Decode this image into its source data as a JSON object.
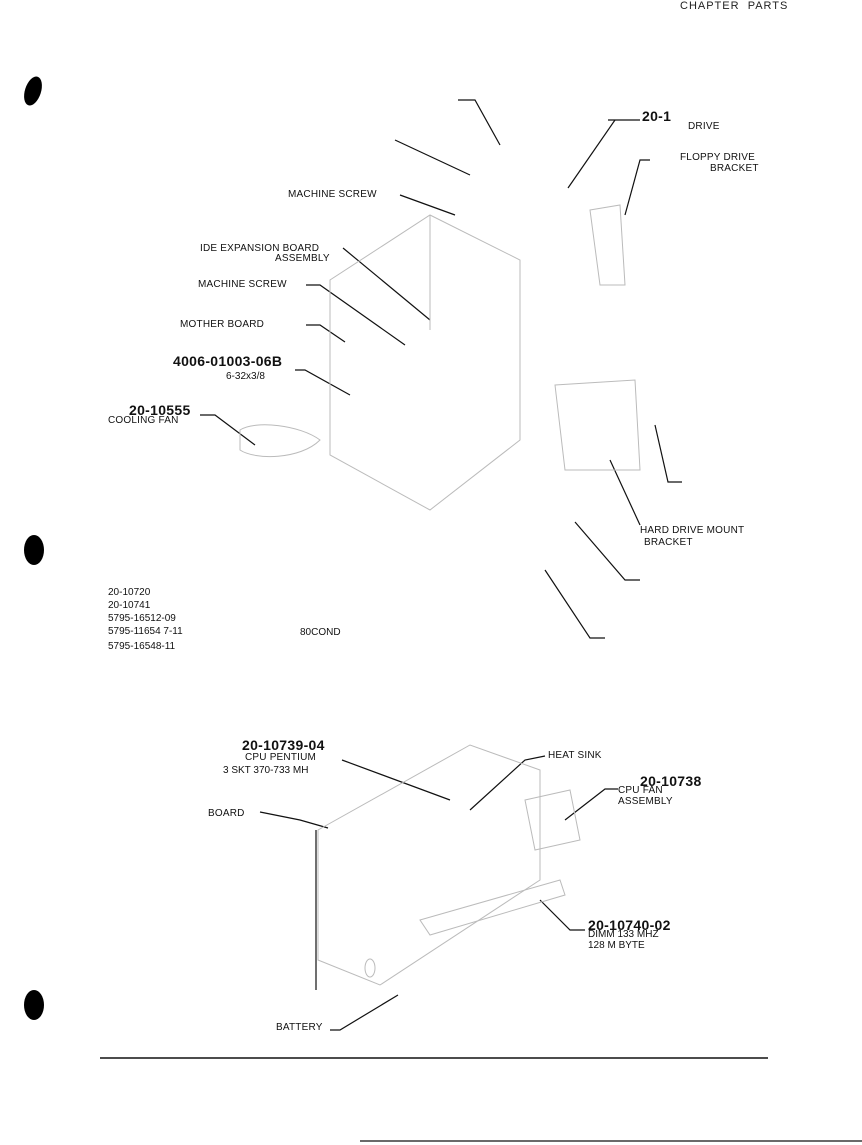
{
  "header": {
    "chapter": "CHAPTER",
    "parts": "PARTS"
  },
  "upper_assembly": {
    "drive_pn": "20-1",
    "drive_label": "DRIVE",
    "floppy_bracket_1": "FLOPPY DRIVE",
    "floppy_bracket_2": "BRACKET",
    "machine_screw_1": "MACHINE SCREW",
    "ide_board_1": "IDE EXPANSION BOARD",
    "ide_board_2": "ASSEMBLY",
    "machine_screw_2": "MACHINE SCREW",
    "mother_board": "MOTHER BOARD",
    "screw_pn": "4006-01003-06B",
    "screw_size": "6-32x3/8",
    "fan_pn": "20-10555",
    "fan_label": "COOLING FAN",
    "hdd_mount_1": "HARD DRIVE MOUNT",
    "hdd_mount_2": "BRACKET"
  },
  "part_list": [
    "20-10720",
    "20-10741",
    "5795-16512-09",
    "5795-11654 7-11",
    "5795-16548-11"
  ],
  "part_list_note": "80COND",
  "lower_assembly": {
    "cpu_pn": "20-10739-04",
    "cpu_label": "CPU PENTIUM",
    "cpu_spec": "3 SKT 370-733 MH",
    "heat_sink": "HEAT SINK",
    "cpu_fan_pn": "20-10738",
    "cpu_fan_1": "CPU FAN",
    "cpu_fan_2": "ASSEMBLY",
    "board": "BOARD",
    "dimm_pn": "20-10740-02",
    "dimm_label": "DIMM 133 MHZ",
    "dimm_size": "128 M BYTE",
    "battery": "BATTERY"
  }
}
